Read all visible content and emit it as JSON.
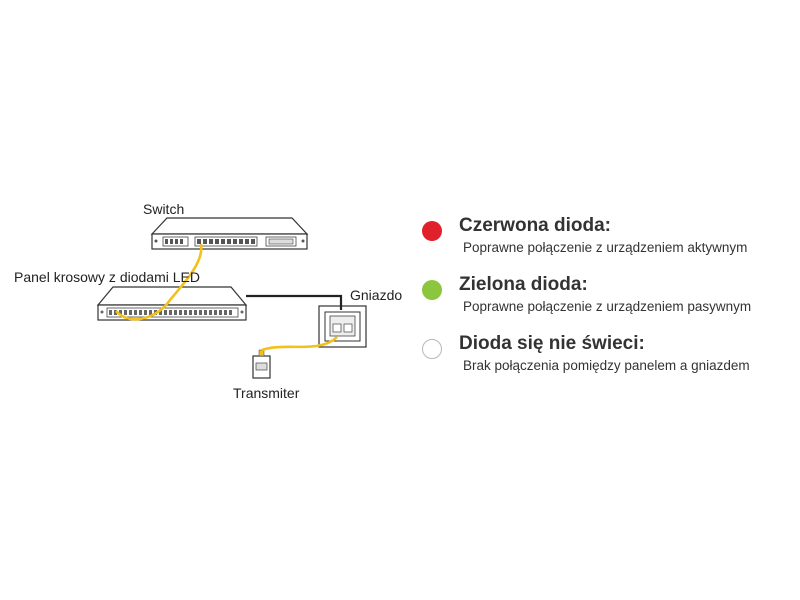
{
  "diagram": {
    "labels": {
      "switch": "Switch",
      "panel": "Panel krosowy z diodami LED",
      "socket": "Gniazdo",
      "transmitter": "Transmiter"
    }
  },
  "legend": [
    {
      "title": "Czerwona dioda:",
      "description": "Poprawne połączenie z urządzeniem aktywnym",
      "color": "#e0202b"
    },
    {
      "title": "Zielona dioda:",
      "description": "Poprawne połączenie z urządzeniem pasywnym",
      "color": "#8cc63f"
    },
    {
      "title": "Dioda się nie świeci:",
      "description": "Brak połączenia pomiędzy panelem a gniazdem",
      "color": "#ffffff"
    }
  ],
  "colors": {
    "cable_patch": "#f2c21a",
    "cable_main": "#222222",
    "device_outline": "#333333"
  }
}
